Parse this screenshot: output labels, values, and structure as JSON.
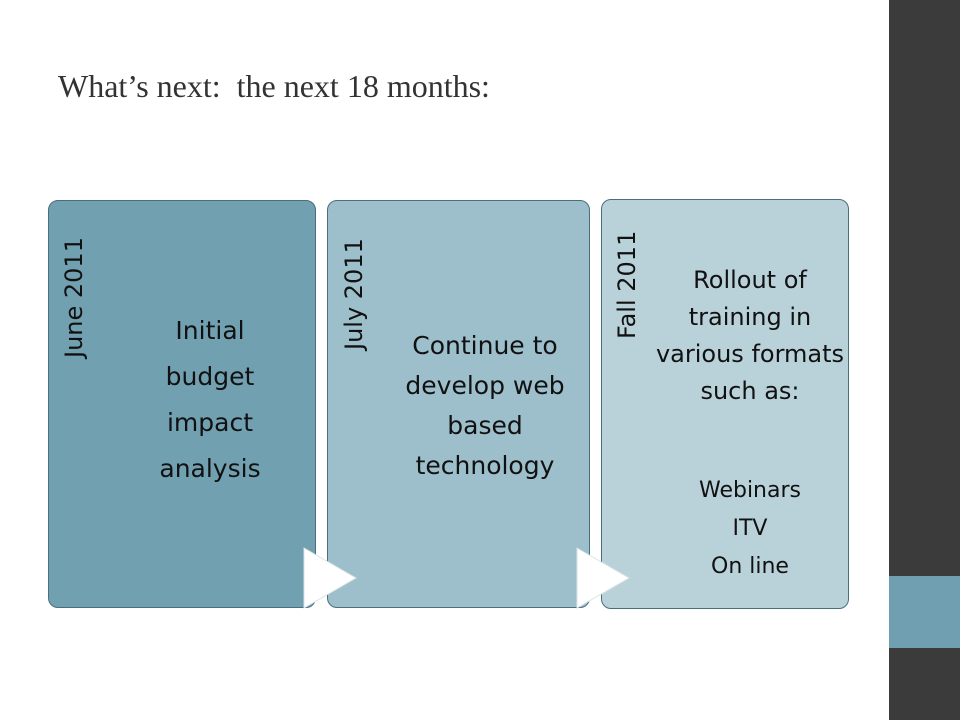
{
  "slide": {
    "title": "What’s next:  the next 18 months:"
  },
  "timeline": [
    {
      "period": "June 2011",
      "description": "Initial budget impact analysis"
    },
    {
      "period": "July 2011",
      "description": "Continue to develop web based technology"
    },
    {
      "period": "Fall 2011",
      "description": "Rollout of training in various formats such as:",
      "items": [
        "Webinars",
        "ITV",
        "On line"
      ]
    }
  ],
  "colors": {
    "sidebar": "#3b3b3b",
    "accent": "#6f9fb0",
    "panel_1": "#71a0b1",
    "panel_2": "#9cbfcb",
    "panel_3": "#b9d2da",
    "panel_border": "#4b6e7c"
  }
}
